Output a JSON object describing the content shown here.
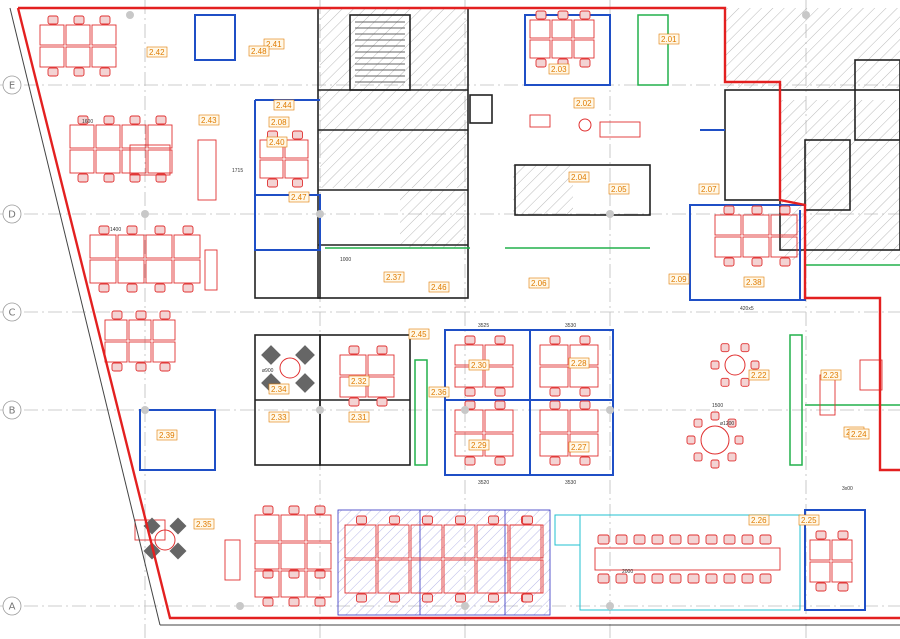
{
  "axes": [
    "E",
    "D",
    "C",
    "B",
    "A"
  ],
  "rooms": [
    "2.01",
    "2.02",
    "2.03",
    "2.04",
    "2.05",
    "2.06",
    "2.07",
    "2.08",
    "2.09",
    "2.21",
    "2.22",
    "2.23",
    "2.24",
    "2.25",
    "2.26",
    "2.27",
    "2.28",
    "2.29",
    "2.30",
    "2.31",
    "2.32",
    "2.33",
    "2.34",
    "2.35",
    "2.36",
    "2.37",
    "2.38",
    "2.39",
    "2.40",
    "2.41",
    "2.42",
    "2.43",
    "2.44",
    "2.45",
    "2.46",
    "2.47",
    "2.48"
  ],
  "dimensions": [
    "3525",
    "3530",
    "3520",
    "3530",
    "1600",
    "1400",
    "1000",
    "2000",
    "1500",
    "420x5",
    "1715",
    "3x00",
    "ø900",
    "ø1200"
  ],
  "colors": {
    "outer_wall": "#e32020",
    "partition": "#1f4fc6",
    "furniture": "#e03030",
    "structure": "#222222",
    "hatch": "#9a9a9a",
    "label": "#e07b00",
    "green": "#22b14c",
    "cyan": "#20c0d0",
    "grid": "#b8b8b8"
  }
}
